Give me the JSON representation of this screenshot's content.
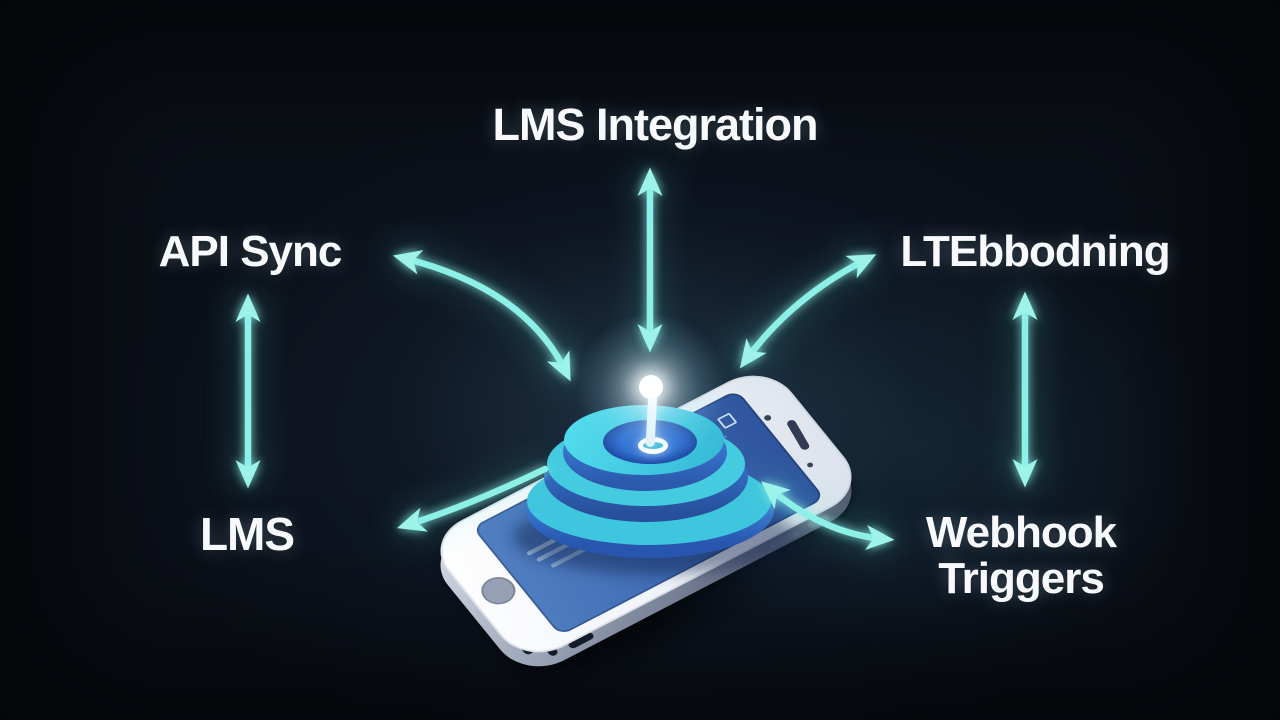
{
  "scene": {
    "description": "Isometric smartphone with glowing beacon, connected by glowing arrows to integration labels",
    "background_color": "#0b0f17",
    "accent_color": "#8df0e8",
    "text_color": "#f7f9fc"
  },
  "labels": {
    "top": "LMS Integration",
    "left_top": "API Sync",
    "right_top": "LTEbbodning",
    "left_bottom": "LMS",
    "right_bottom_line1": "Webhook",
    "right_bottom_line2": "Triggers"
  },
  "arrows": [
    {
      "name": "center-vertical-arrow",
      "heads": "double",
      "between": [
        "LMS Integration",
        "phone"
      ]
    },
    {
      "name": "left-vertical-arrow",
      "heads": "double",
      "between": [
        "API Sync",
        "LMS"
      ]
    },
    {
      "name": "right-vertical-arrow",
      "heads": "double",
      "between": [
        "LTEbbodning",
        "Webhook Triggers"
      ]
    },
    {
      "name": "api-sync-curve-arrow",
      "heads": "double",
      "between": [
        "API Sync",
        "phone"
      ]
    },
    {
      "name": "lte-curve-arrow",
      "heads": "double",
      "between": [
        "LTEbbodning",
        "phone"
      ]
    },
    {
      "name": "lms-arrow",
      "heads": "single",
      "between": [
        "phone",
        "LMS"
      ]
    },
    {
      "name": "webhook-curve-arrow",
      "heads": "double",
      "between": [
        "phone",
        "Webhook Triggers"
      ]
    }
  ],
  "illustration": {
    "phone_body_color": "#f0f3f8",
    "phone_screen_color": "#3f6cb4",
    "beacon_top_color": "#41c8e0",
    "beacon_inner_color": "#2d6cd1",
    "beacon_band_color": "#2b59ab",
    "antenna_color": "#ffffff"
  }
}
